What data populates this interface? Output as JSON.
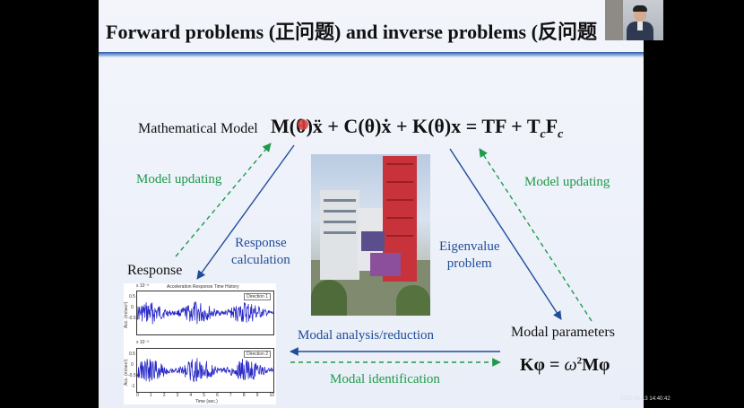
{
  "slide": {
    "title": "Forward problems (正问题) and inverse problems (反问题",
    "math_model_label": "Mathematical Model",
    "equation": {
      "part1": "M(θ)ẍ + C(θ)ẋ + K(θ)x = TF + T",
      "sub1": "c",
      "part2": "F",
      "sub2": "c"
    },
    "model_updating_left": "Model updating",
    "model_updating_right": "Model updating",
    "response_calc_line1": "Response",
    "response_calc_line2": "calculation",
    "eigen_line1": "Eigenvalue",
    "eigen_line2": "problem",
    "response_label": "Response",
    "modal_params_label": "Modal parameters",
    "modal_analysis": "Modal analysis/reduction",
    "modal_identification": "Modal identification",
    "eigen_equation": {
      "lhs": "Kφ = ",
      "omega": "ω",
      "sup": "2",
      "rhs": "Mφ"
    },
    "plot": {
      "title": "Acceleration Response Time History",
      "legend1": "Direction 1",
      "legend2": "Direction 2",
      "ylabel": "Acc. (m/sec²)",
      "xlabel": "Time (sec.)",
      "exp": "x 10⁻³",
      "yticks": [
        "0.5",
        "0",
        "-0.5",
        "-1"
      ],
      "xticks": [
        "0",
        "1",
        "2",
        "3",
        "4",
        "5",
        "6",
        "7",
        "8",
        "9",
        "10"
      ]
    }
  },
  "colors": {
    "green": "#1f9a4a",
    "blue": "#1f4d9a",
    "title_rule": "#2f5aa6"
  },
  "clock": "2022-05-13  14:40:42"
}
